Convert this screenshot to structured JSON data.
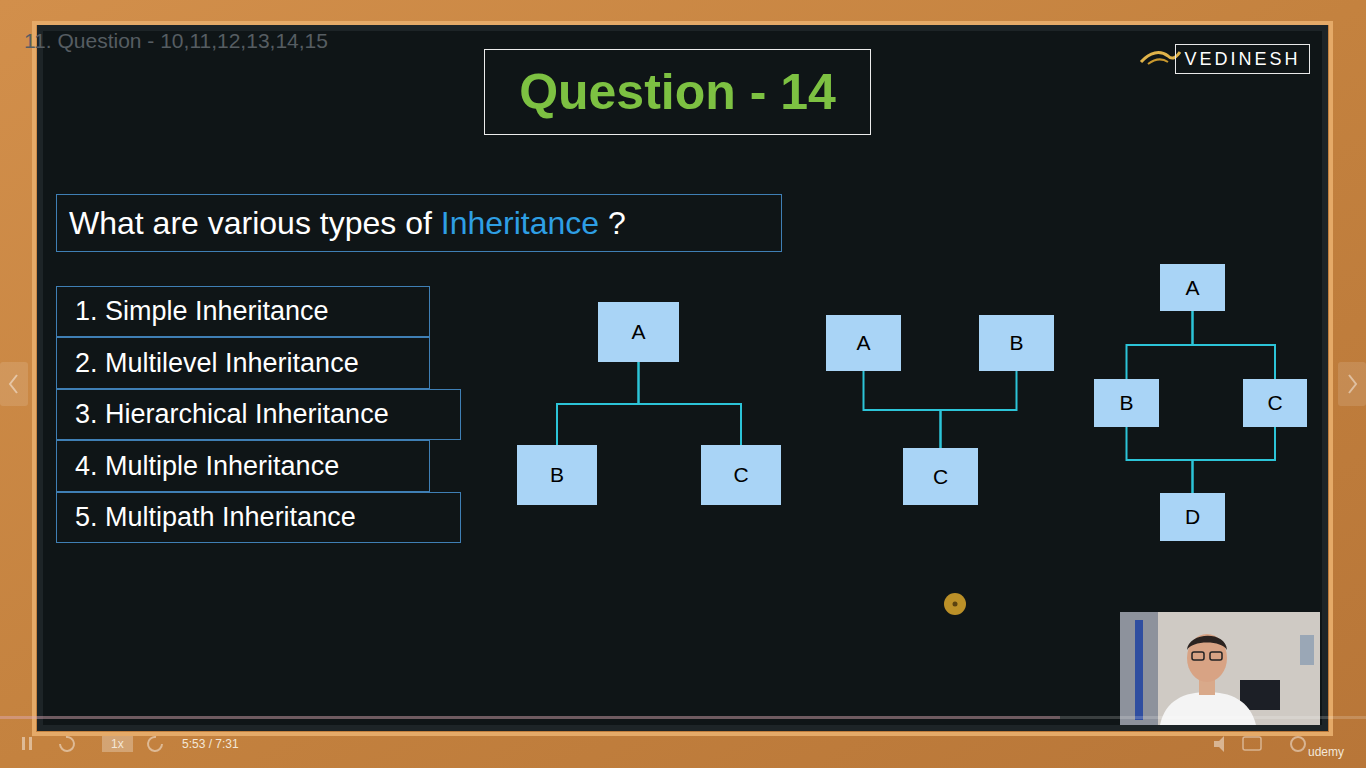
{
  "diagram": {
    "title": "Question - 14",
    "nodes": [
      {
        "text": [
          "VEDINESH"
        ]
      },
      {
        "text": [
          "What are various types of",
          "Inheritance",
          "?"
        ]
      },
      {
        "text": [
          "1. Simple Inheritance"
        ]
      },
      {
        "text": [
          "2. Multilevel Inheritance"
        ]
      },
      {
        "text": [
          "3. Hierarchical Inheritance"
        ]
      },
      {
        "text": [
          "4. Multiple Inheritance"
        ]
      },
      {
        "text": [
          "5. Multipath Inheritance"
        ]
      },
      {
        "text": [
          "A"
        ]
      },
      {
        "text": [
          "B"
        ]
      },
      {
        "text": [
          "C"
        ]
      },
      {
        "text": [
          "A"
        ]
      },
      {
        "text": [
          "B"
        ]
      },
      {
        "text": [
          "C"
        ]
      },
      {
        "text": [
          "A"
        ]
      },
      {
        "text": [
          "B"
        ]
      },
      {
        "text": [
          "C"
        ]
      },
      {
        "text": [
          "D"
        ]
      }
    ],
    "edges": [
      {
        "from": 8,
        "to": 7,
        "arrow": "to"
      },
      {
        "from": 9,
        "to": 7,
        "arrow": "to"
      },
      {
        "from": 12,
        "to": 10,
        "arrow": "to"
      },
      {
        "from": 12,
        "to": 11,
        "arrow": "to"
      },
      {
        "from": 14,
        "to": 13,
        "arrow": "to"
      },
      {
        "from": 15,
        "to": 13,
        "arrow": "to"
      },
      {
        "from": 16,
        "to": 14,
        "arrow": "to"
      },
      {
        "from": 16,
        "to": 15,
        "arrow": "to"
      }
    ],
    "labels": [
      "11. Question - 10,11,12,13,14,15",
      "1x",
      "5:53 / 7:31",
      "udemy"
    ]
  }
}
